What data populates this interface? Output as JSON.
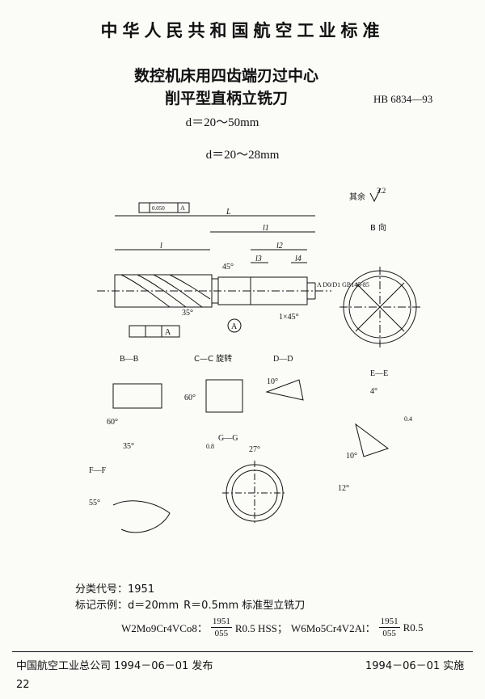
{
  "header": {
    "org_title": "中华人民共和国航空工业标准"
  },
  "title": {
    "line1": "数控机床用四齿端刃过中心",
    "line2": "削平型直柄立铣刀"
  },
  "standard_no": "HB 6834—93",
  "size_range": "d＝20～50mm",
  "subheading": "d＝20～28mm",
  "drawing_labels": {
    "surface_rest": "其余",
    "roughness": "3.2",
    "view_b": "B 向",
    "length_L": "L",
    "length_l1": "l1",
    "length_l": "l",
    "length_l2": "l2",
    "length_l3": "l3",
    "length_l4": "l4",
    "tol": "0.050",
    "datum_a": "A",
    "angle_45": "45°",
    "angle_35": "35°",
    "chamfer": "1×45°",
    "center_hole": "A D0/D1 GB145-85",
    "section_bb": "B—B",
    "section_cc": "C—C 旋转",
    "section_dd": "D—D",
    "section_ee": "E—E",
    "section_gg": "G—G",
    "section_ff": "F—F",
    "angle_60": "60°",
    "angle_10": "10°",
    "angle_12": "12°",
    "angle_27": "27°",
    "angle_55": "55°",
    "angle_4": "4°",
    "roughness_04": "0.4",
    "roughness_08": "0.8",
    "circle_a": "A"
  },
  "classification": {
    "label": "分类代号：",
    "value": "1951"
  },
  "example": {
    "label": "标记示例：",
    "d": "d＝20mm",
    "rest": "R＝0.5mm 标准型立铣刀"
  },
  "designation": {
    "mat1": "W2Mo9Cr4VCo8：",
    "num1": "1951",
    "den1": "055",
    "tail1": "R0.5 HSS；",
    "mat2": "W6Mo5Cr4V2Al：",
    "num2": "1951",
    "den2": "055",
    "tail2": "R0.5"
  },
  "footer": {
    "publisher": "中国航空工业总公司 1994－06－01 发布",
    "implement": "1994－06－01 实施",
    "page": "22"
  }
}
